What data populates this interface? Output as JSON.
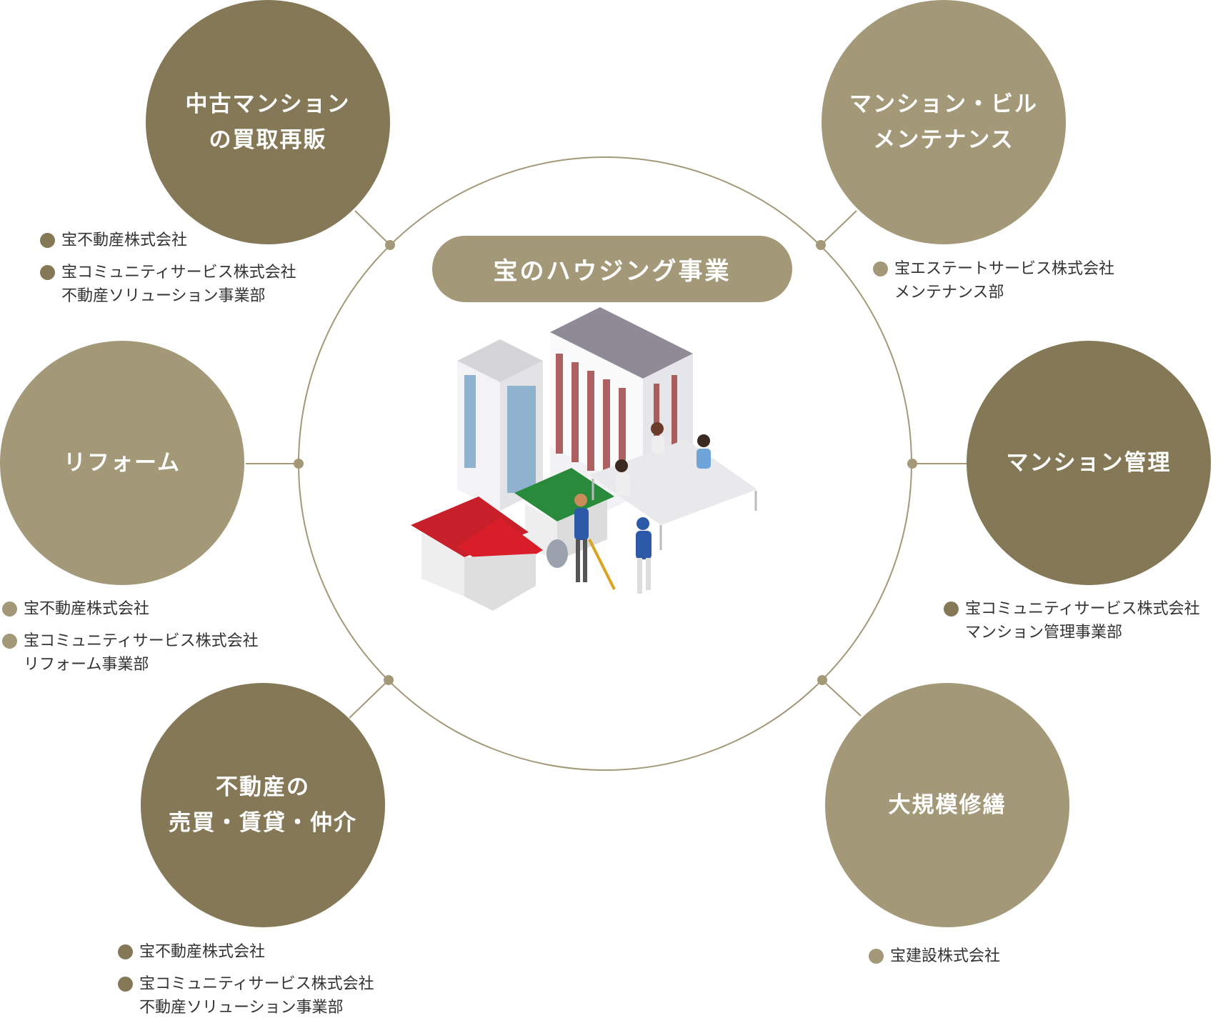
{
  "center": {
    "title": "宝のハウジング事業"
  },
  "colors": {
    "dark": "#857857",
    "light": "#a39878",
    "line": "#a39878"
  },
  "businesses": [
    {
      "id": "used-condo",
      "title_lines": [
        "中古マンション",
        "の買取再販"
      ],
      "companies": [
        {
          "lines": [
            "宝不動産株式会社"
          ]
        },
        {
          "lines": [
            "宝コミュニティサービス株式会社",
            "不動産ソリューション事業部"
          ]
        }
      ]
    },
    {
      "id": "maintenance",
      "title_lines": [
        "マンション・ビル",
        "メンテナンス"
      ],
      "companies": [
        {
          "lines": [
            "宝エステートサービス株式会社",
            "メンテナンス部"
          ]
        }
      ]
    },
    {
      "id": "reform",
      "title_lines": [
        "リフォーム"
      ],
      "companies": [
        {
          "lines": [
            "宝不動産株式会社"
          ]
        },
        {
          "lines": [
            "宝コミュニティサービス株式会社",
            "リフォーム事業部"
          ]
        }
      ]
    },
    {
      "id": "management",
      "title_lines": [
        "マンション管理"
      ],
      "companies": [
        {
          "lines": [
            "宝コミュニティサービス株式会社",
            "マンション管理事業部"
          ]
        }
      ]
    },
    {
      "id": "real-estate",
      "title_lines": [
        "不動産の",
        "売買・賃貸・仲介"
      ],
      "companies": [
        {
          "lines": [
            "宝不動産株式会社"
          ]
        },
        {
          "lines": [
            "宝コミュニティサービス株式会社",
            "不動産ソリューション事業部"
          ]
        }
      ]
    },
    {
      "id": "repair",
      "title_lines": [
        "大規模修繕"
      ],
      "companies": [
        {
          "lines": [
            "宝建設株式会社"
          ]
        }
      ]
    }
  ]
}
